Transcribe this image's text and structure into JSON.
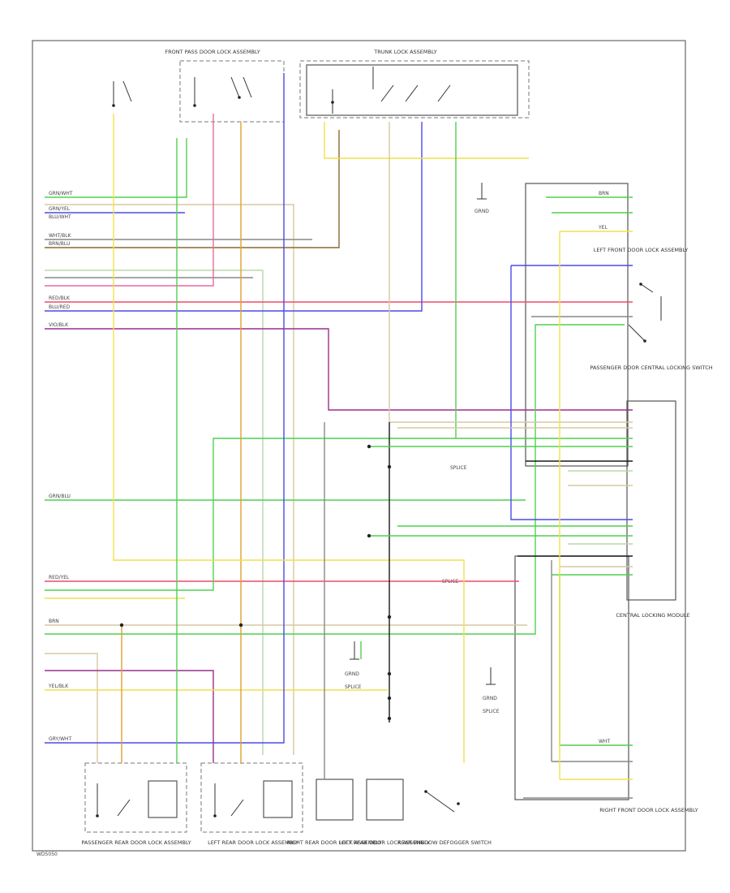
{
  "page": {
    "footer_code": "WD5050"
  },
  "components": {
    "front_pass_door_top": "FRONT PASS DOOR LOCK ASSEMBLY",
    "trunk_lock_top": "TRUNK LOCK ASSEMBLY",
    "left_front_door_lock": "LEFT FRONT DOOR LOCK ASSEMBLY",
    "passenger_door_switch": "PASSENGER DOOR CENTRAL LOCKING SWITCH",
    "central_locking_module": "CENTRAL LOCKING MODULE",
    "right_front_door_lock": "RIGHT FRONT DOOR LOCK ASSEMBLY",
    "pass_rear_door_lock": "PASSENGER REAR DOOR LOCK ASSEMBLY",
    "left_rear_door_lock": "LEFT REAR DOOR LOCK ASSEMBLY",
    "right_rear_door": "RIGHT REAR DOOR LOCK ASSEMBLY",
    "left_rear_door2": "LEFT REAR DOOR LOCK ASSEMBLY",
    "rear_window_switch": "REAR WINDOW DEFOGGER SWITCH"
  },
  "grounds": {
    "g1": "GRND",
    "g2": "GRND",
    "g3": "GRND"
  },
  "splices": {
    "s1": "SPLICE",
    "s2": "SPLICE",
    "s3": "SPLICE",
    "s4": "SPLICE"
  },
  "wire_labels": {
    "brn": "BRN",
    "grn_wht": "GRN/WHT",
    "grn_yel": "GRN/YEL",
    "blu_wht": "BLU/WHT",
    "wht_blk": "WHT/BLK",
    "brn_blu": "BRN/BLU",
    "red_blk": "RED/BLK",
    "blu_red": "BLU/RED",
    "vio_blk": "VIO/BLK",
    "red_yel": "RED/YEL",
    "grn_blu": "GRN/BLU",
    "yel_blk": "YEL/BLK",
    "yel": "YEL",
    "gry_wht": "GRY/WHT",
    "wht": "WHT"
  }
}
